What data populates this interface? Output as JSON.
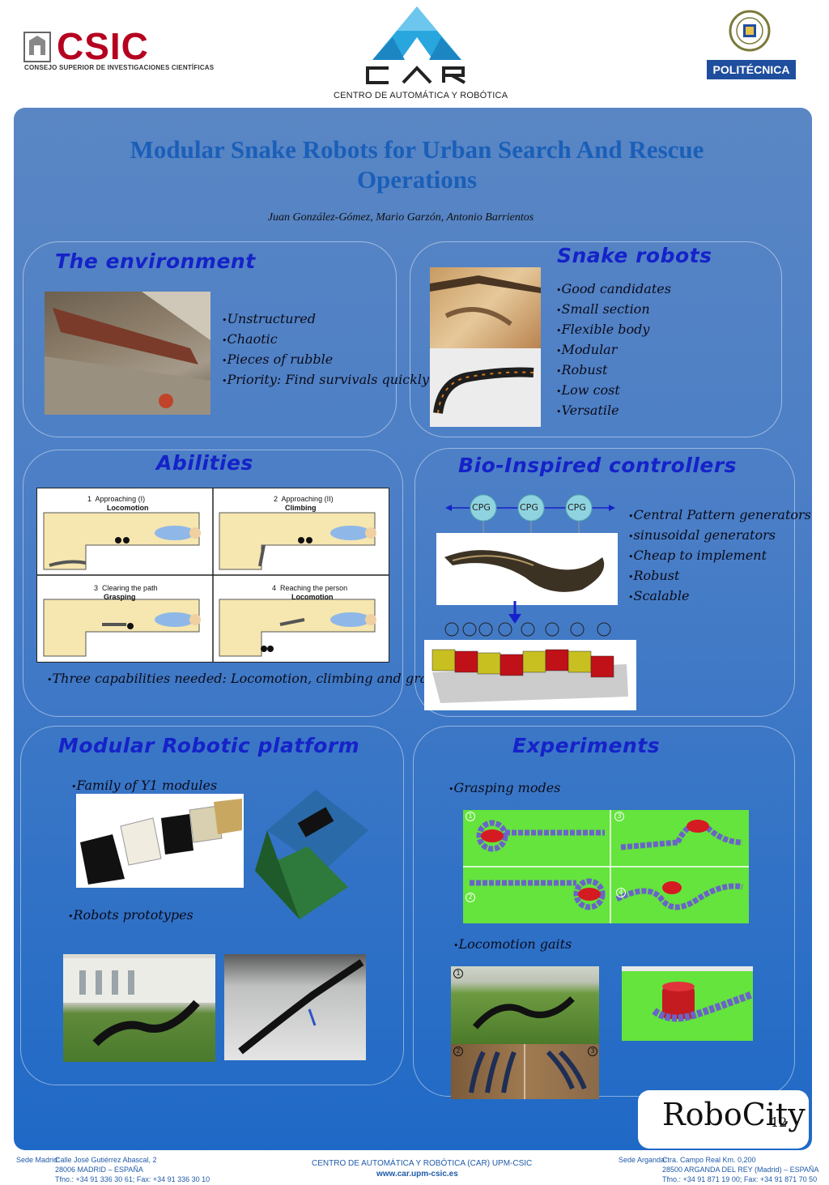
{
  "header": {
    "csic_word": "CSIC",
    "csic_sub": "CONSEJO SUPERIOR DE INVESTIGACIONES CIENTÍFICAS",
    "car_word": "CAR",
    "car_sub": "CENTRO DE AUTOMÁTICA Y ROBÓTICA",
    "upm_label": "POLITÉCNICA"
  },
  "poster": {
    "title": "Modular Snake Robots for Urban Search And Rescue Operations",
    "authors": "Juan González-Gómez, Mario Garzón, Antonio Barrientos"
  },
  "environment": {
    "title": "The environment",
    "bullets": [
      "Unstructured",
      "Chaotic",
      "Pieces of rubble",
      "Priority: Find survivals quickly"
    ]
  },
  "snake_robots": {
    "title": "Snake robots",
    "bullets": [
      "Good candidates",
      "Small section",
      "Flexible body",
      "Modular",
      "Robust",
      "Low cost",
      "Versatile"
    ]
  },
  "abilities": {
    "title": "Abilities",
    "panels": [
      {
        "num": "1",
        "line1": "Approaching (I)",
        "line2": "Locomotion"
      },
      {
        "num": "2",
        "line1": "Approaching (II)",
        "line2": "Climbing"
      },
      {
        "num": "3",
        "line1": "Clearing the path",
        "line2": "Grasping"
      },
      {
        "num": "4",
        "line1": "Reaching the person",
        "line2": "Locomotion"
      }
    ],
    "caption": "Three capabilities needed: Locomotion, climbing and grasping"
  },
  "bio": {
    "title": "Bio-Inspired controllers",
    "cpg_label": "CPG",
    "bullets": [
      "Central Pattern generators",
      "sinusoidal generators",
      "Cheap to implement",
      "Robust",
      "Scalable"
    ]
  },
  "platform": {
    "title": "Modular Robotic platform",
    "family_caption": "Family of Y1 modules",
    "prototypes_caption": "Robots prototypes"
  },
  "experiments": {
    "title": "Experiments",
    "grasping_caption": "Grasping modes",
    "locomotion_caption": "Locomotion gaits",
    "grasp_markers": [
      "1",
      "3",
      "2",
      "4"
    ],
    "gait_markers": [
      "1",
      "2",
      "3"
    ]
  },
  "footer": {
    "madrid_label": "Sede Madrid:",
    "madrid_line1": "Calle José Gutiérrez Abascal, 2",
    "madrid_line2": "28006 MADRID – ESPAÑA",
    "madrid_line3": "Tfno.: +34 91 336 30 61; Fax: +34 91 336 30 10",
    "center_line1": "CENTRO DE AUTOMÁTICA Y ROBÓTICA (CAR) UPM-CSIC",
    "center_line2": "www.car.upm-csic.es",
    "arganda_label": "Sede Arganda:",
    "arganda_line1": "Ctra. Campo Real Km. 0,200",
    "arganda_line2": "28500 ARGANDA DEL REY (Madrid) – ESPAÑA",
    "arganda_line3": "Tfno.: +34 91 871 19 00; Fax: +34 91 871 70 50",
    "robocity": "RoboCity",
    "robocity_num": "12"
  },
  "colors": {
    "section_title": "#1522c9",
    "title": "#1a5fb8",
    "csic_red": "#b5001f",
    "upm_blue": "#1f4e9e",
    "car_cyan": "#2aa6df"
  }
}
